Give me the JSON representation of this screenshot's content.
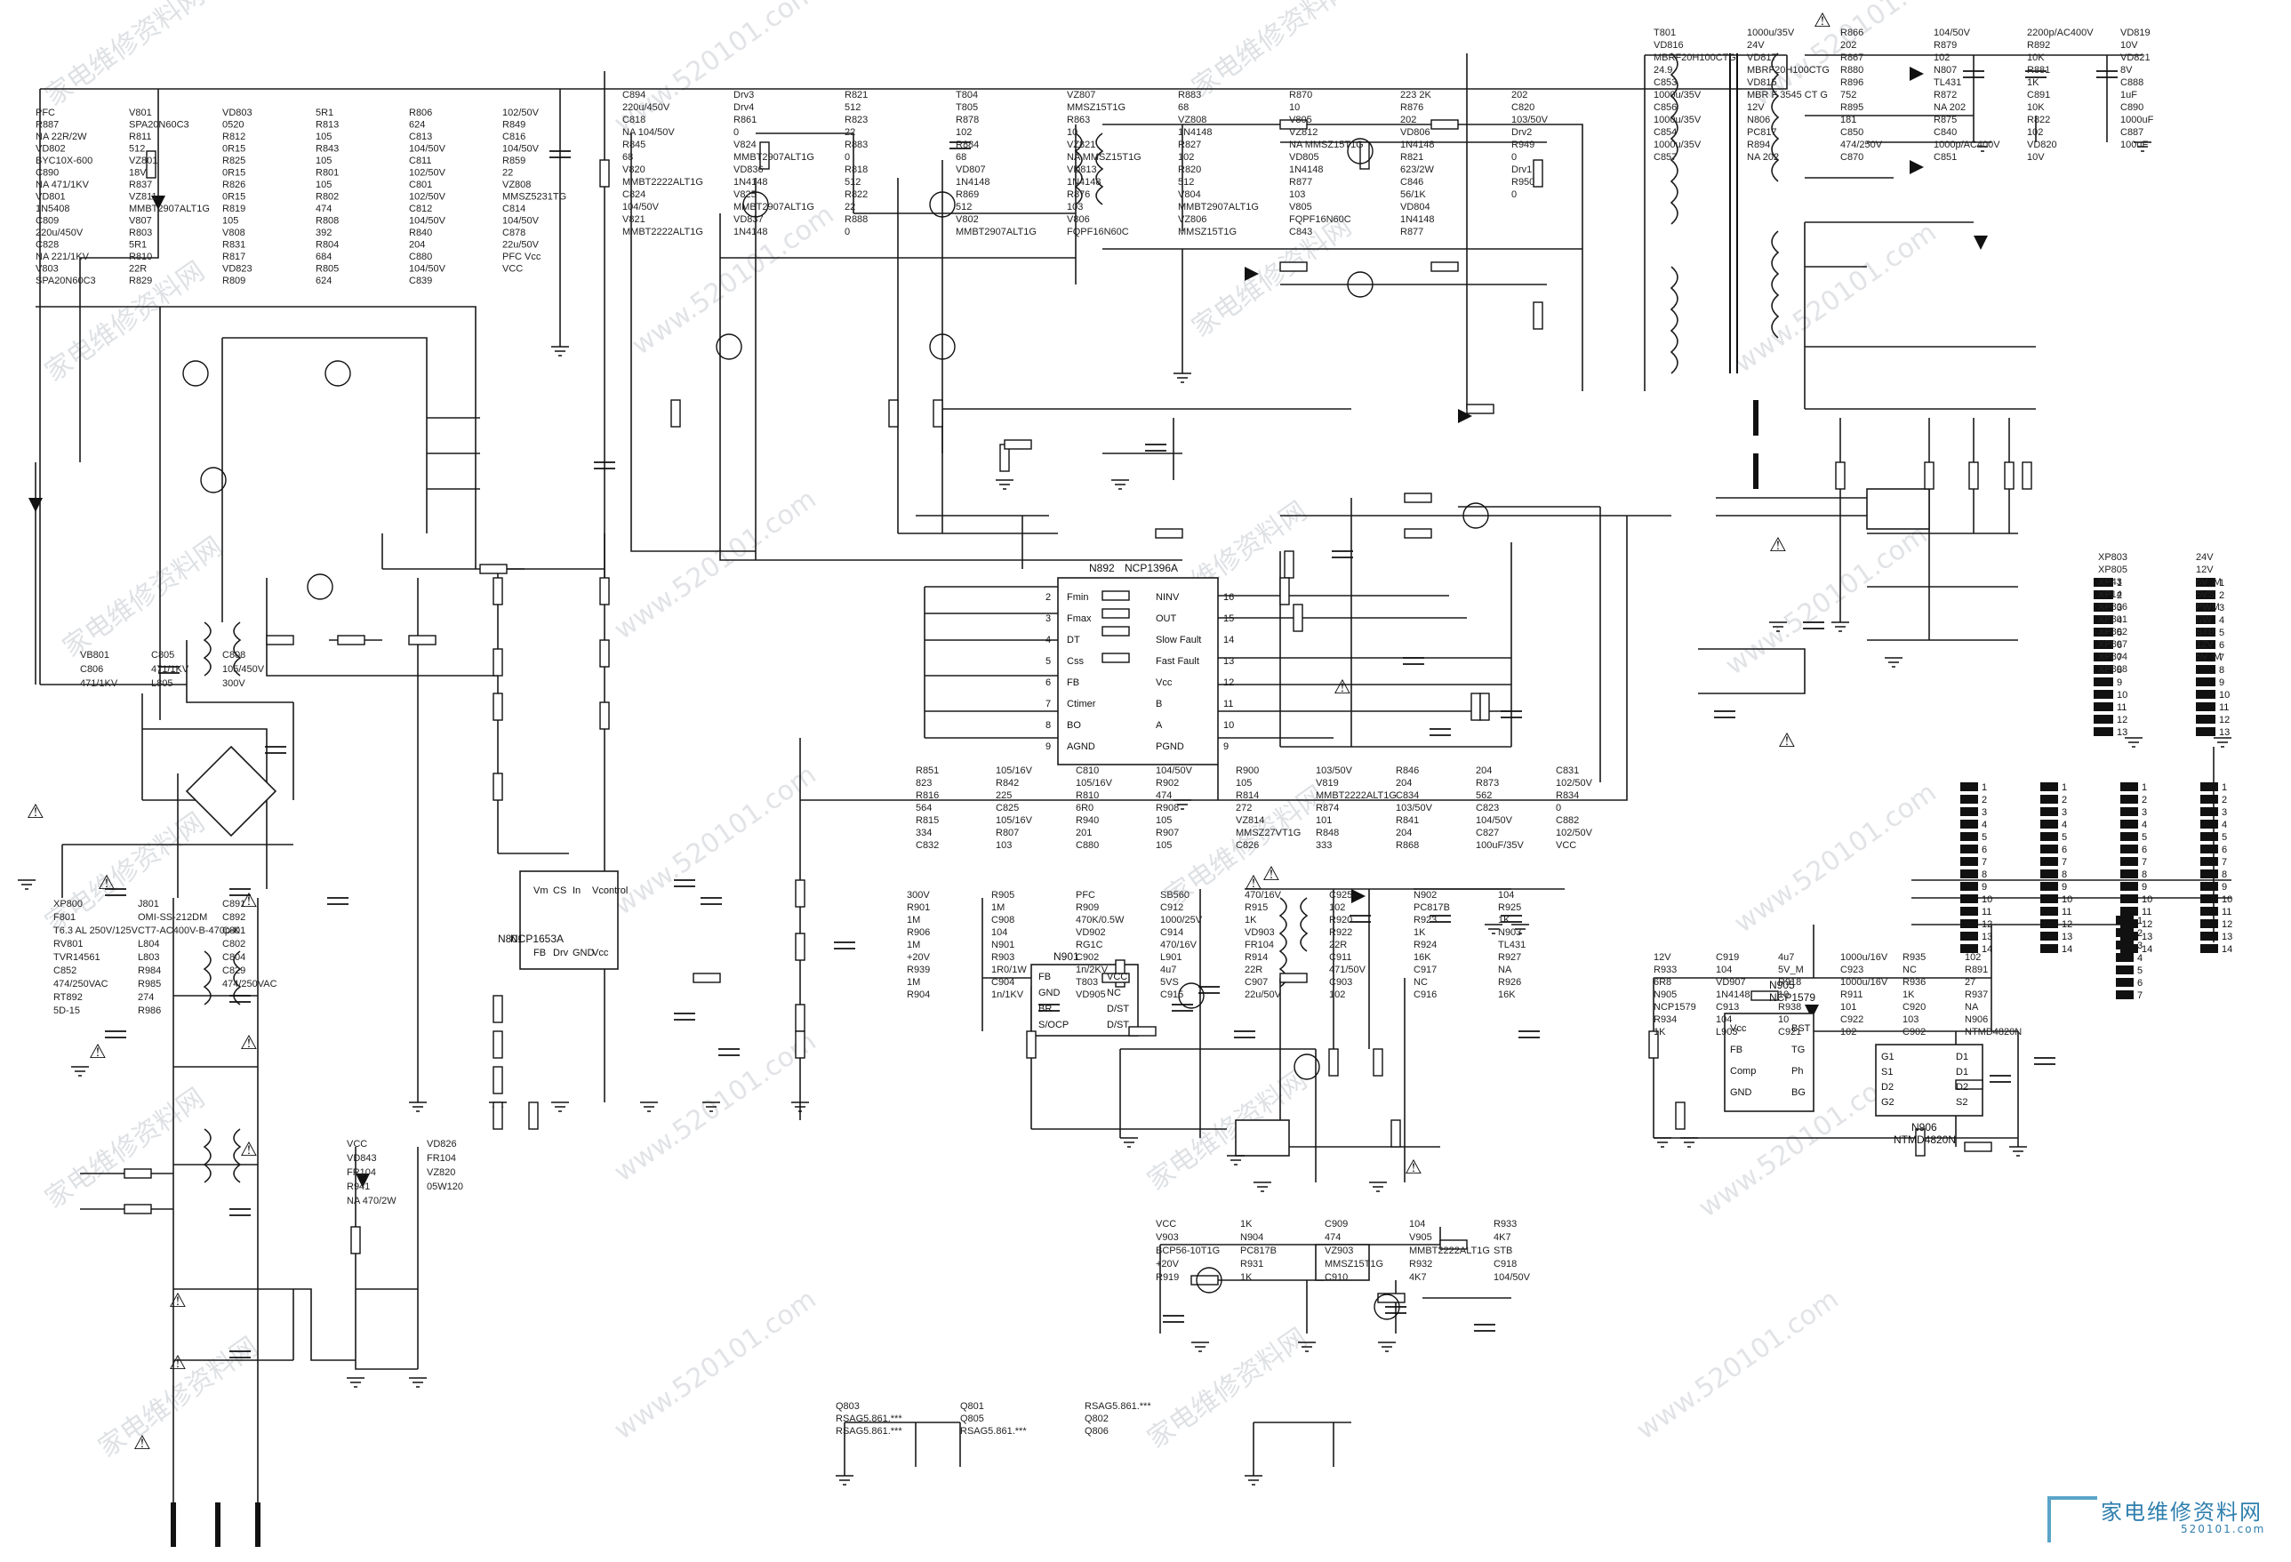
{
  "watermark": {
    "brand": "家电维修资料网",
    "site": "www.520101.com"
  },
  "logo": {
    "title": "家电维修资料网",
    "site": "520101.com"
  },
  "warning_symbol": "⚠",
  "icons": [
    "warning-triangle-icon",
    "ground-icon",
    "transformer-icon",
    "diode-icon",
    "optocoupler-icon",
    "logo-icon"
  ],
  "chips": {
    "n892": {
      "ref": "N892",
      "part": "NCP1396A",
      "left_pins": [
        "Fmin",
        "Fmax",
        "DT",
        "Css",
        "FB",
        "Ctimer",
        "BO",
        "AGND"
      ],
      "right_pins": [
        "NINV",
        "OUT",
        "Slow Fault",
        "Fast Fault",
        "Vcc",
        "B",
        "A",
        "PGND"
      ],
      "left_nums": [
        "2",
        "3",
        "4",
        "5",
        "6",
        "7",
        "8",
        "9"
      ],
      "right_nums": [
        "16",
        "15",
        "14",
        "13",
        "12",
        "11",
        "10",
        "9"
      ]
    },
    "n801": {
      "ref": "N801",
      "part": "NCP1653A",
      "pins": [
        "Vm",
        "CS",
        "In",
        "Vcontrol",
        "FB",
        "Drv",
        "GND",
        "Vcc"
      ]
    },
    "n901": {
      "ref": "N901",
      "part": "",
      "left_pins": [
        "FB",
        "GND",
        "BR",
        "S/OCP"
      ],
      "right_pins": [
        "VCC",
        "NC",
        "D/ST",
        "D/ST"
      ]
    },
    "n905": {
      "ref": "N905",
      "part": "NCP1579",
      "left_pins": [
        "Vcc",
        "FB",
        "Comp",
        "GND"
      ],
      "right_pins": [
        "BST",
        "TG",
        "Ph",
        "BG"
      ]
    },
    "n906": {
      "ref": "N906",
      "part": "NTMD4820N",
      "left_pins": [
        "G1",
        "S1",
        "D2",
        "G2"
      ],
      "right_pins": [
        "D1",
        "D1",
        "D2",
        "S2"
      ]
    }
  },
  "components": {
    "input": [
      "XP800",
      "F801",
      "T6.3 AL 250V/125V",
      "RV801",
      "TVR14561",
      "C852",
      "474/250VAC",
      "RT892",
      "5D-15",
      "J801",
      "OMI-SS-212DM",
      "CT7-AC400V-B-470p-K",
      "L804",
      "L803",
      "R984",
      "R985",
      "274",
      "R986",
      "C891",
      "C892",
      "C801",
      "C802",
      "C804",
      "C829",
      "474/250VAC"
    ],
    "bridge": [
      "VB801",
      "C806",
      "471/1KV",
      "C805",
      "471/1KV",
      "L805",
      "C808",
      "105/450V",
      "300V"
    ],
    "pfc": [
      "PFC",
      "R887",
      "NA 22R/2W",
      "VD802",
      "BYC10X-600",
      "C890",
      "NA 471/1KV",
      "VD801",
      "1N5408",
      "C809",
      "220u/450V",
      "C828",
      "NA 221/1KV",
      "V803",
      "SPA20N60C3",
      "V801",
      "SPA20N60C3",
      "R811",
      "512",
      "VZ801",
      "18V",
      "R837",
      "VZ811",
      "MMBT2907ALT1G",
      "V807",
      "R803",
      "5R1",
      "R810",
      "22R",
      "R829",
      "VD803",
      "0520",
      "R812",
      "0R15",
      "R825",
      "0R15",
      "R826",
      "0R15",
      "R819",
      "105",
      "V808",
      "R831",
      "R817",
      "VD823",
      "R809",
      "5R1",
      "R813",
      "105",
      "R843",
      "105",
      "R801",
      "105",
      "R802",
      "474",
      "R808",
      "392",
      "R804",
      "684",
      "R805",
      "624",
      "R806",
      "624",
      "C813",
      "104/50V",
      "C811",
      "102/50V",
      "C801",
      "102/50V",
      "C812",
      "104/50V",
      "R840",
      "204",
      "C880",
      "104/50V",
      "C839",
      "102/50V",
      "R849",
      "C816",
      "104/50V",
      "R859",
      "22",
      "VZ808",
      "MMSZ5231TG",
      "C814",
      "104/50V",
      "C878",
      "22u/50V",
      "PFC Vcc",
      "VCC"
    ],
    "llc": [
      "C894",
      "220u/450V",
      "C818",
      "NA 104/50V",
      "R845",
      "68",
      "V820",
      "MMBT2222ALT1G",
      "C824",
      "104/50V",
      "V821",
      "MMBT2222ALT1G",
      "Drv3",
      "Drv4",
      "R861",
      "0",
      "V824",
      "MMBT2907ALT1G",
      "VD836",
      "1N4148",
      "V825",
      "MMBT2907ALT1G",
      "VD837",
      "1N4148",
      "R821",
      "512",
      "R823",
      "22",
      "R883",
      "0",
      "R818",
      "512",
      "R822",
      "22",
      "R888",
      "0",
      "T804",
      "T805",
      "R878",
      "102",
      "R884",
      "68",
      "VD807",
      "1N4148",
      "R869",
      "512",
      "V802",
      "MMBT2907ALT1G",
      "VZ807",
      "MMSZ15T1G",
      "R863",
      "10",
      "VZ821",
      "NA MMSZ15T1G",
      "VD813",
      "1N4148",
      "R876",
      "103",
      "V806",
      "FQPF16N60C",
      "R883",
      "68",
      "VZ808",
      "1N4148",
      "R827",
      "102",
      "R820",
      "512",
      "V804",
      "MMBT2907ALT1G",
      "VZ806",
      "MMSZ15T1G",
      "R870",
      "10",
      "V805",
      "VZ812",
      "NA MMSZ15T1G",
      "VD805",
      "1N4148",
      "R877",
      "103",
      "V805",
      "FQPF16N60C",
      "C843",
      "223 2K",
      "R876",
      "202",
      "VD806",
      "1N4148",
      "R821",
      "623/2W",
      "C846",
      "56/1K",
      "VD804",
      "1N4148",
      "R877",
      "202",
      "C820",
      "103/50V",
      "Drv2",
      "R949",
      "0",
      "Drv1",
      "R950",
      "0"
    ],
    "control": [
      "R851",
      "823",
      "R816",
      "564",
      "R815",
      "334",
      "C832",
      "105/16V",
      "R842",
      "225",
      "C825",
      "105/16V",
      "R807",
      "103",
      "C810",
      "105/16V",
      "R810",
      "6R0",
      "R940",
      "201",
      "C880",
      "104/50V",
      "R902",
      "474",
      "R908",
      "105",
      "R907",
      "105",
      "R900",
      "105",
      "R814",
      "272",
      "VZ814",
      "MMSZ27VT1G",
      "C826",
      "103/50V",
      "V819",
      "MMBT2222ALT1G",
      "R874",
      "101",
      "R848",
      "333",
      "R846",
      "204",
      "C834",
      "103/50V",
      "R841",
      "204",
      "R868",
      "204",
      "R873",
      "562",
      "C823",
      "104/50V",
      "C827",
      "100uF/35V",
      "C831",
      "102/50V",
      "R834",
      "0",
      "C882",
      "102/50V",
      "VCC"
    ],
    "secondary": [
      "T801",
      "VD816",
      "MBRF20H100CTG",
      "24.9",
      "C853",
      "1000u/35V",
      "C856",
      "1000u/35V",
      "C854",
      "1000u/35V",
      "C857",
      "1000u/35V",
      "24V",
      "VD817",
      "MBRF20H100CTG",
      "VD815",
      "MBR F 3545 CT G",
      "12V",
      "N806",
      "PC817",
      "R894",
      "NA 202",
      "R866",
      "202",
      "R867",
      "R880",
      "R896",
      "752",
      "R895",
      "181",
      "C850",
      "474/250V",
      "C870",
      "104/50V",
      "R879",
      "102",
      "N807",
      "TL431",
      "R872",
      "NA 202",
      "R875",
      "C840",
      "1000p/AC400V",
      "C851",
      "2200p/AC400V",
      "R892",
      "10K",
      "R881",
      "1K",
      "C891",
      "10K",
      "R822",
      "102",
      "VD820",
      "10V",
      "VD819",
      "10V",
      "VD821",
      "8V",
      "C888",
      "1uF",
      "C890",
      "1000uF",
      "C887",
      "100uF"
    ],
    "standby": [
      "300V",
      "R901",
      "1M",
      "R906",
      "1M",
      "+20V",
      "R939",
      "1M",
      "R904",
      "R905",
      "1M",
      "C908",
      "104",
      "N901",
      "R903",
      "1R0/1W",
      "C904",
      "1n/1KV",
      "PFC",
      "R909",
      "470K/0.5W",
      "VD902",
      "RG1C",
      "C902",
      "1n/2KV",
      "T803",
      "VD905",
      "SB560",
      "C912",
      "1000/25V",
      "C914",
      "470/16V",
      "L901",
      "4u7",
      "5VS",
      "C915",
      "470/16V",
      "R915",
      "1K",
      "VD903",
      "FR104",
      "R914",
      "22R",
      "C907",
      "22u/50V",
      "C925",
      "102",
      "R920",
      "R922",
      "22R",
      "C911",
      "471/50V",
      "C903",
      "102",
      "N902",
      "PC817B",
      "R923",
      "1K",
      "R924",
      "16K",
      "C917",
      "NC",
      "C916",
      "104",
      "R925",
      "1K",
      "N903",
      "TL431",
      "R927",
      "NA",
      "R926",
      "16K"
    ],
    "stby_ctrl": [
      "VCC",
      "V903",
      "BCP56-10T1G",
      "+20V",
      "R919",
      "1K",
      "N904",
      "PC817B",
      "R931",
      "1K",
      "C909",
      "474",
      "VZ903",
      "MMSZ15T1G",
      "C910",
      "104",
      "V905",
      "MMBT2222ALT1G",
      "R932",
      "4K7",
      "R933",
      "4K7",
      "STB",
      "C918",
      "104/50V"
    ],
    "relay": [
      "VCC",
      "VD843",
      "FR104",
      "R941",
      "NA 470/2W",
      "VD826",
      "FR104",
      "VZ820",
      "05W120"
    ],
    "buck": [
      "12V",
      "R933",
      "6R8",
      "N905",
      "NCP1579",
      "R934",
      "1K",
      "C919",
      "104",
      "VD907",
      "1N4148",
      "C913",
      "104",
      "L903",
      "4u7",
      "5V_M",
      "R918",
      "10",
      "R938",
      "10",
      "C921",
      "1000u/16V",
      "C923",
      "1000u/16V",
      "R911",
      "101",
      "C922",
      "102",
      "R935",
      "NC",
      "R936",
      "1K",
      "C920",
      "103",
      "C902",
      "102",
      "R891",
      "27",
      "R937",
      "NA",
      "N906",
      "NTMD4820N"
    ],
    "connectors": [
      "XP803",
      "XP805",
      "XP43",
      "XP14",
      "XP806",
      "XP801",
      "XP802",
      "XP807",
      "XP804",
      "XP808",
      "24V",
      "12V",
      "5V_M",
      "5VS",
      "PWM",
      "SW",
      "STB",
      "12V",
      "5V_M"
    ],
    "bottom": [
      "Q803",
      "RSAG5.861.***",
      "RSAG5.861.***",
      "Q801",
      "Q805",
      "RSAG5.861.***",
      "RSAG5.861.***",
      "Q802",
      "Q806"
    ],
    "connector_pins": [
      "1",
      "2",
      "3",
      "4",
      "5",
      "6",
      "7",
      "8",
      "9",
      "10",
      "11",
      "12",
      "13",
      "14"
    ]
  }
}
